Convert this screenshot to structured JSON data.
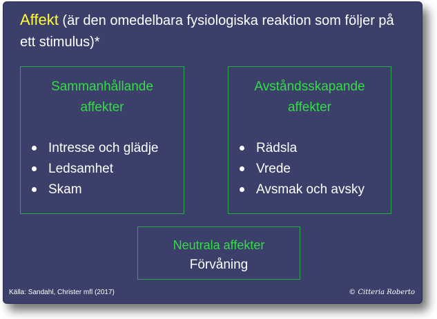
{
  "title": {
    "accent": "Affekt",
    "rest": " (är den omedelbara fysiologiska reaktion som följer på ett stimulus)*"
  },
  "boxes": {
    "left": {
      "heading_line1": "Sammanhållande",
      "heading_line2": "affekter",
      "items": [
        "Intresse och glädje",
        "Ledsamhet",
        "Skam"
      ]
    },
    "right": {
      "heading_line1": "Avståndsskapande",
      "heading_line2": "affekter",
      "items": [
        "Rädsla",
        "Vrede",
        "Avsmak och avsky"
      ]
    },
    "bottom": {
      "heading": "Neutrala affekter",
      "text": "Förvåning"
    }
  },
  "footer": {
    "source": "Källa: Sandahl, Christer mfl (2017)",
    "copyright": "© Citteria Roberto"
  },
  "colors": {
    "background": "#3b3f6a",
    "title_accent": "#ffff33",
    "heading_green": "#33dd44",
    "box_border": "#2aa84a"
  }
}
